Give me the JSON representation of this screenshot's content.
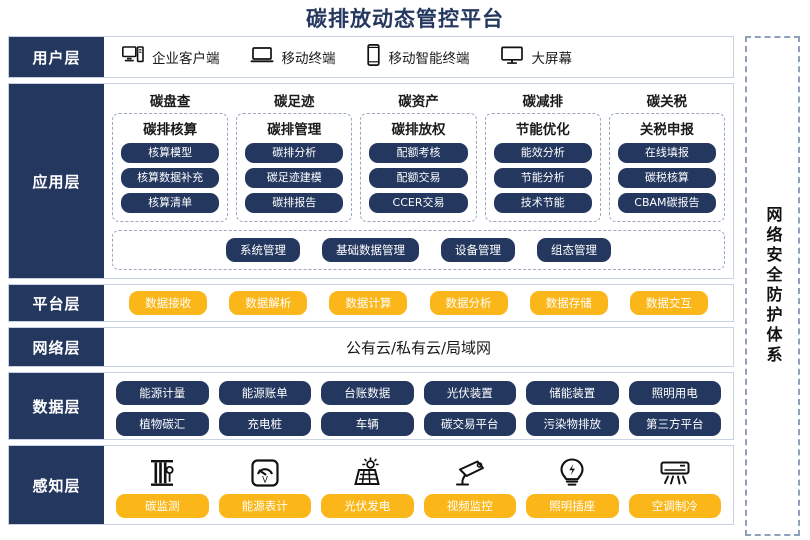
{
  "title": "碳排放动态管控平台",
  "colors": {
    "navy": "#24375F",
    "yellow": "#FBB71A",
    "border": "#c9d2e2",
    "dashed": "#9aa7bd"
  },
  "security_band": {
    "label": "网络安全防护体系"
  },
  "layers": {
    "user": {
      "label": "用户层",
      "items": [
        {
          "icon": "desktop-tower-icon",
          "label": "企业客户端"
        },
        {
          "icon": "laptop-icon",
          "label": "移动终端"
        },
        {
          "icon": "smartphone-icon",
          "label": "移动智能终端"
        },
        {
          "icon": "monitor-icon",
          "label": "大屏幕"
        }
      ]
    },
    "application": {
      "label": "应用层",
      "groups": [
        {
          "title": "碳盘查",
          "subtitle": "碳排核算",
          "items": [
            "核算模型",
            "核算数据补充",
            "核算清单"
          ]
        },
        {
          "title": "碳足迹",
          "subtitle": "碳排管理",
          "items": [
            "碳排分析",
            "碳足迹建模",
            "碳排报告"
          ]
        },
        {
          "title": "碳资产",
          "subtitle": "碳排放权",
          "items": [
            "配额考核",
            "配额交易",
            "CCER交易"
          ]
        },
        {
          "title": "碳减排",
          "subtitle": "节能优化",
          "items": [
            "能效分析",
            "节能分析",
            "技术节能"
          ]
        },
        {
          "title": "碳关税",
          "subtitle": "关税申报",
          "items": [
            "在线填报",
            "碳税核算",
            "CBAM碳报告"
          ]
        }
      ],
      "common": [
        "系统管理",
        "基础数据管理",
        "设备管理",
        "组态管理"
      ]
    },
    "platform": {
      "label": "平台层",
      "items": [
        "数据接收",
        "数据解析",
        "数据计算",
        "数据分析",
        "数据存储",
        "数据交互"
      ]
    },
    "network": {
      "label": "网络层",
      "text": "公有云/私有云/局域网"
    },
    "data": {
      "label": "数据层",
      "row1": [
        "能源计量",
        "能源账单",
        "台账数据",
        "光伏装置",
        "储能装置",
        "照明用电"
      ],
      "row2": [
        "植物碳汇",
        "充电桩",
        "车辆",
        "碳交易平台",
        "污染物排放",
        "第三方平台"
      ]
    },
    "sense": {
      "label": "感知层",
      "items": [
        {
          "icon": "carbon-sensor-icon",
          "label": "碳监测"
        },
        {
          "icon": "energy-meter-icon",
          "label": "能源表计"
        },
        {
          "icon": "solar-panel-icon",
          "label": "光伏发电"
        },
        {
          "icon": "cctv-camera-icon",
          "label": "视频监控"
        },
        {
          "icon": "lightbulb-icon",
          "label": "照明插座"
        },
        {
          "icon": "air-conditioner-icon",
          "label": "空调制冷"
        }
      ]
    }
  }
}
